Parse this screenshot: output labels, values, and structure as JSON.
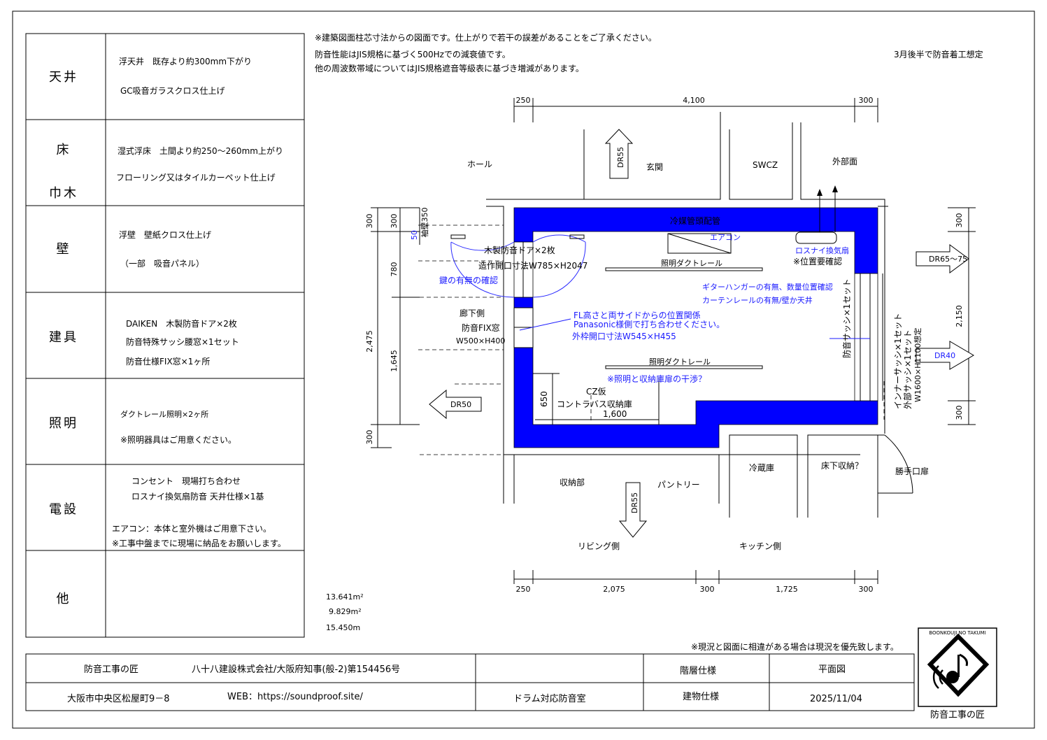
{
  "spec_table": {
    "rows": [
      {
        "label": "天井",
        "lines": [
          "浮天井　既存より約300mm下がり",
          "GC吸音ガラスクロス仕上げ"
        ]
      },
      {
        "label": "床",
        "label2": "巾木",
        "lines": [
          "湿式浮床　土間より約250～260mm上がり",
          "フローリング又はタイルカーペット仕上げ"
        ]
      },
      {
        "label": "壁",
        "lines": [
          "浮壁　壁紙クロス仕上げ",
          "（一部　吸音パネル）"
        ]
      },
      {
        "label": "建具",
        "lines": [
          "DAIKEN　木製防音ドア×2枚",
          "防音特殊サッシ腰窓×1セット",
          "防音仕様FIX窓×1ヶ所"
        ]
      },
      {
        "label": "照明",
        "lines": [
          "ダクトレール照明×2ヶ所",
          "※照明器具はご用意ください。"
        ]
      },
      {
        "label": "電設",
        "lines": [
          "コンセント　現場打ち合わせ",
          "ロスナイ換気扇防音 天井仕様×1基",
          "エアコン：本体と室外機はご用意下さい。",
          "※工事中盤までに現場に納品をお願いします。"
        ]
      },
      {
        "label": "他",
        "lines": []
      }
    ]
  },
  "notes": {
    "line1": "※建築図面柱芯寸法からの図面です。仕上がりで若干の誤差があることをご了承ください。",
    "line2": "防音性能はJIS規格に基づく500Hzでの減衰値です。",
    "line3": "他の周波数帯域についてはJIS規格遮音等級表に基づき増減があります。",
    "schedule": "3月後半で防音着工想定",
    "priority": "※現況と図面に相違がある場合は現況を優先致します。"
  },
  "areas": {
    "a1": "13.641m²",
    "a2": "9.829m²",
    "a3": "15.450m"
  },
  "plan": {
    "dims_top": [
      "250",
      "4,100",
      "300"
    ],
    "dims_bottom": [
      "250",
      "2,075",
      "300",
      "1,725",
      "300"
    ],
    "dims_left": [
      "300",
      "300",
      "780",
      "2,475",
      "1,645",
      "300"
    ],
    "dims_left_small": [
      "50",
      "袖壁350"
    ],
    "dims_right": [
      "300",
      "2,150",
      "300"
    ],
    "rooms": {
      "hall": "ホール",
      "entrance": "玄関",
      "swcz": "SWCZ",
      "outside": "外部面",
      "storage": "収納部",
      "pantry": "パントリー",
      "fridge": "冷蔵庫",
      "underfloor": "床下収納？",
      "backdoor": "勝手口扉",
      "living": "リビング側",
      "kitchen": "キッチン側",
      "corridor": "廊下側"
    },
    "dr_labels": {
      "top": "DR55",
      "bottom": "DR55",
      "left": "DR50",
      "right1": "DR65～75",
      "right2": "DR40"
    },
    "labels": {
      "piping": "冷媒管頭配管",
      "aircon": "エアコン",
      "vent": "ロスナイ換気扇",
      "vent_note": "※位置要確認",
      "door": "木製防音ドア×2枚",
      "door_size": "造作開口寸法W785×H2047",
      "key": "鍵の有無の確認",
      "track1": "照明ダクトレール",
      "track2": "照明ダクトレール",
      "guitar": "ギターハンガーの有無、数量位置確認",
      "curtain": "カーテンレールの有無/壁か天井",
      "fix_window": "防音FIX窓",
      "fix_size": "W500×H400",
      "fl_note1": "FL高さと両サイドからの位置関係",
      "fl_note2": "Panasonic様側で打ち合わせください。",
      "fl_note3": "外枠開口寸法W545×H455",
      "conflict": "※照明と収納庫扉の干渉？",
      "cz": "CZ仮",
      "bass": "コントラバス収納庫",
      "bass_w": "1,600",
      "bass_d": "650",
      "sash": "防音サッシ×1セット",
      "inner_sash": "インナーサッシ×1セット",
      "outer_sash": "外部サッシ×1セット",
      "sash_size": "W1600×H1100想定"
    }
  },
  "title_block": {
    "company_mark": "防音工事の匠",
    "company": "八十八建設株式会社/大阪府知事(般-2)第154456号",
    "address": "大阪市中央区松屋町9－8",
    "web": "WEB：https://soundproof.site/",
    "project": "ドラム対応防音室",
    "floor_label": "階層仕様",
    "drawing_type": "平面図",
    "building_label": "建物仕様",
    "date": "2025/11/04",
    "logo_text": "防音工事の匠",
    "logo_ring": "BOONKOUJI NO TAKUMI"
  },
  "colors": {
    "wall": "#0000ff",
    "annotation": "#1a1aff"
  }
}
